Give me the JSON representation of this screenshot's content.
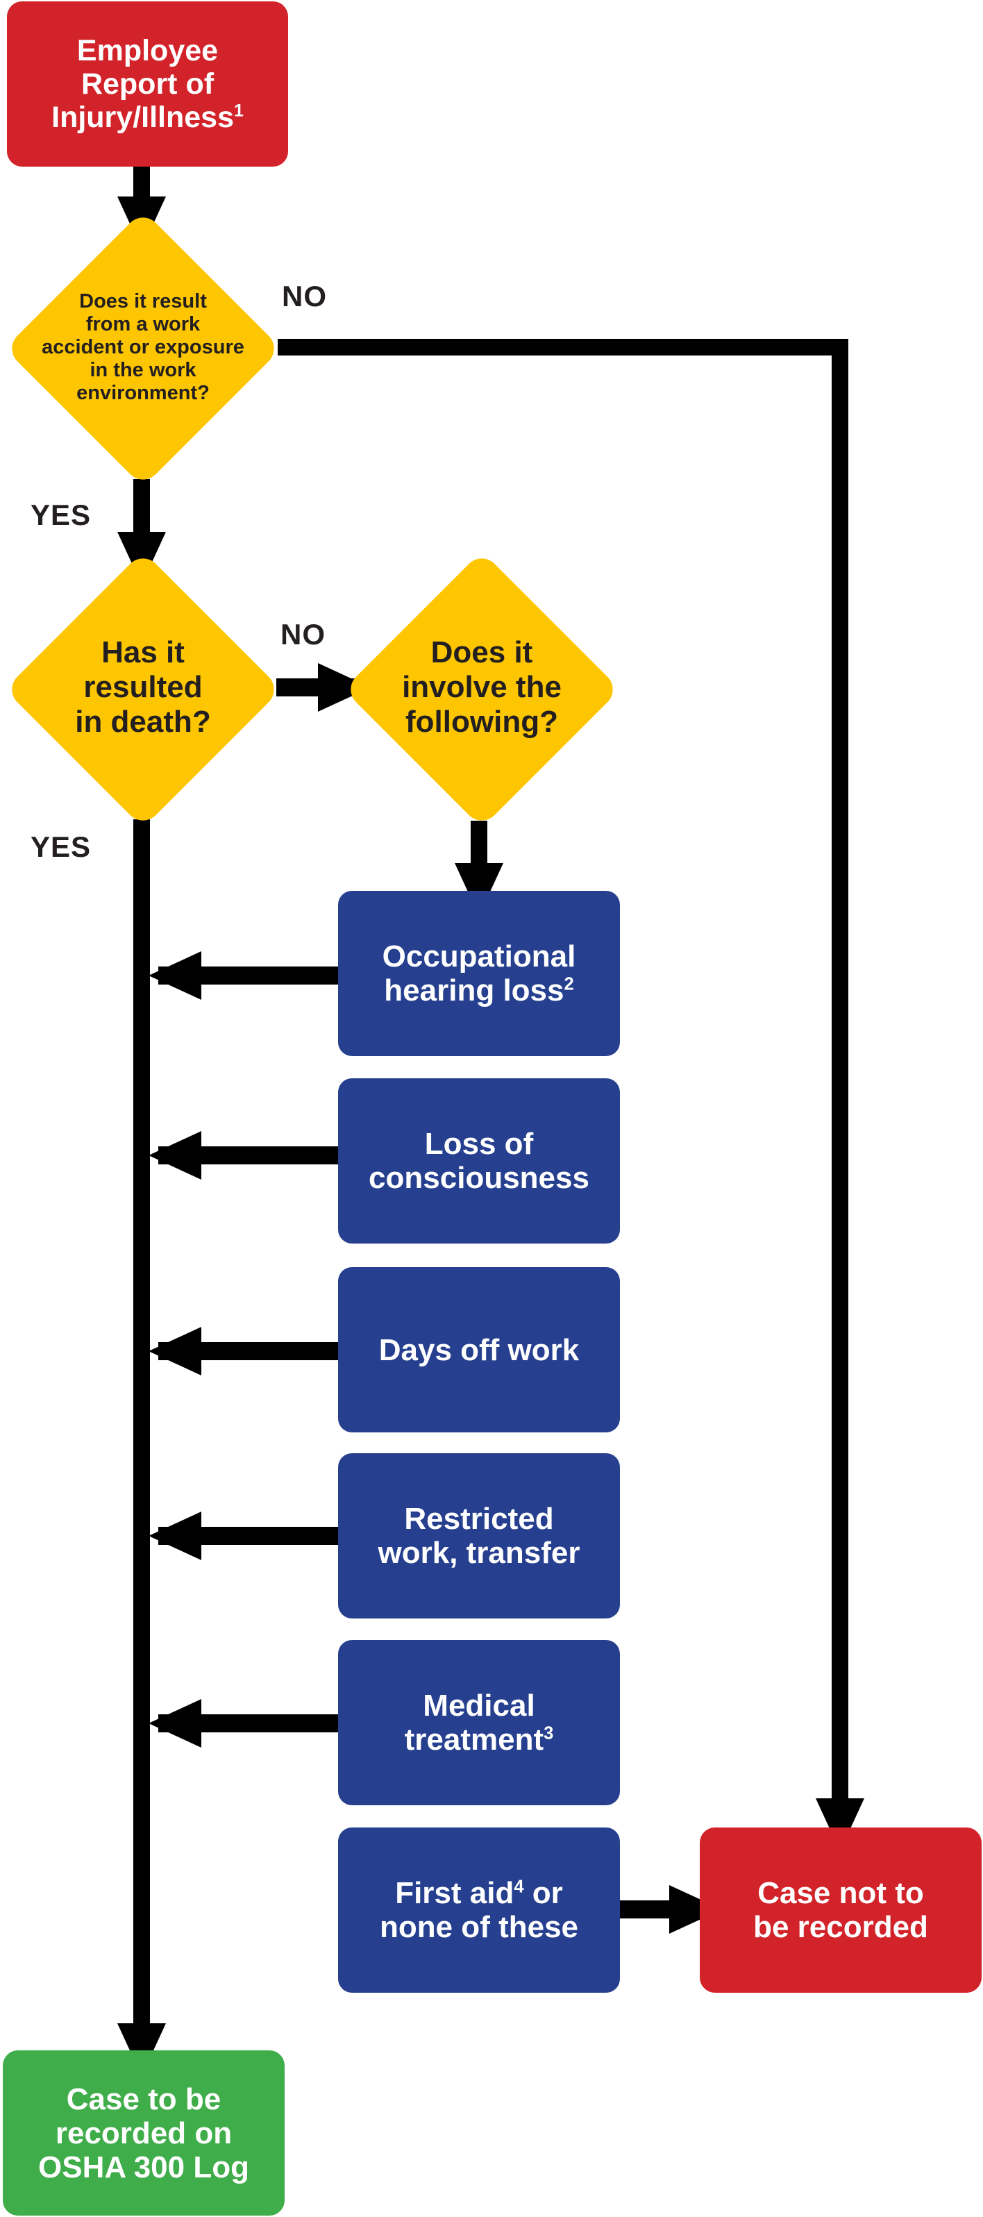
{
  "colors": {
    "terminal_red": "#d2232a",
    "decision_yellow": "#fdc600",
    "criteria_blue": "#26408f",
    "record_green": "#3fad49",
    "connector": "#000000",
    "label_text": "#231f20"
  },
  "nodes": {
    "start": {
      "text": "Employee\nReport of\nInjury/Illness",
      "footnote": "1"
    },
    "decision_work": {
      "text": "Does it result\nfrom a work\naccident or exposure\nin the work\nenvironment?"
    },
    "decision_death": {
      "text": "Has it\nresulted\nin death?"
    },
    "decision_involve": {
      "text": "Does it\ninvolve the\nfollowing?"
    },
    "criteria": [
      {
        "id": "hearing",
        "text": "Occupational\nhearing loss",
        "footnote": "2"
      },
      {
        "id": "consciousness",
        "text": "Loss of\nconsciousness",
        "footnote": ""
      },
      {
        "id": "days-off",
        "text": "Days off work",
        "footnote": ""
      },
      {
        "id": "restricted",
        "text": "Restricted\nwork, transfer",
        "footnote": ""
      },
      {
        "id": "medical",
        "text": "Medical\ntreatment",
        "footnote": "3"
      }
    ],
    "first_aid": {
      "text_before": "First aid",
      "footnote": "4",
      "text_after": " or\nnone of these"
    },
    "not_recorded": {
      "text": "Case not to\nbe recorded"
    },
    "recorded": {
      "text": "Case to be\nrecorded on\nOSHA 300 Log"
    }
  },
  "branches": {
    "work_no": "NO",
    "work_yes": "YES",
    "death_no": "NO",
    "death_yes": "YES"
  }
}
